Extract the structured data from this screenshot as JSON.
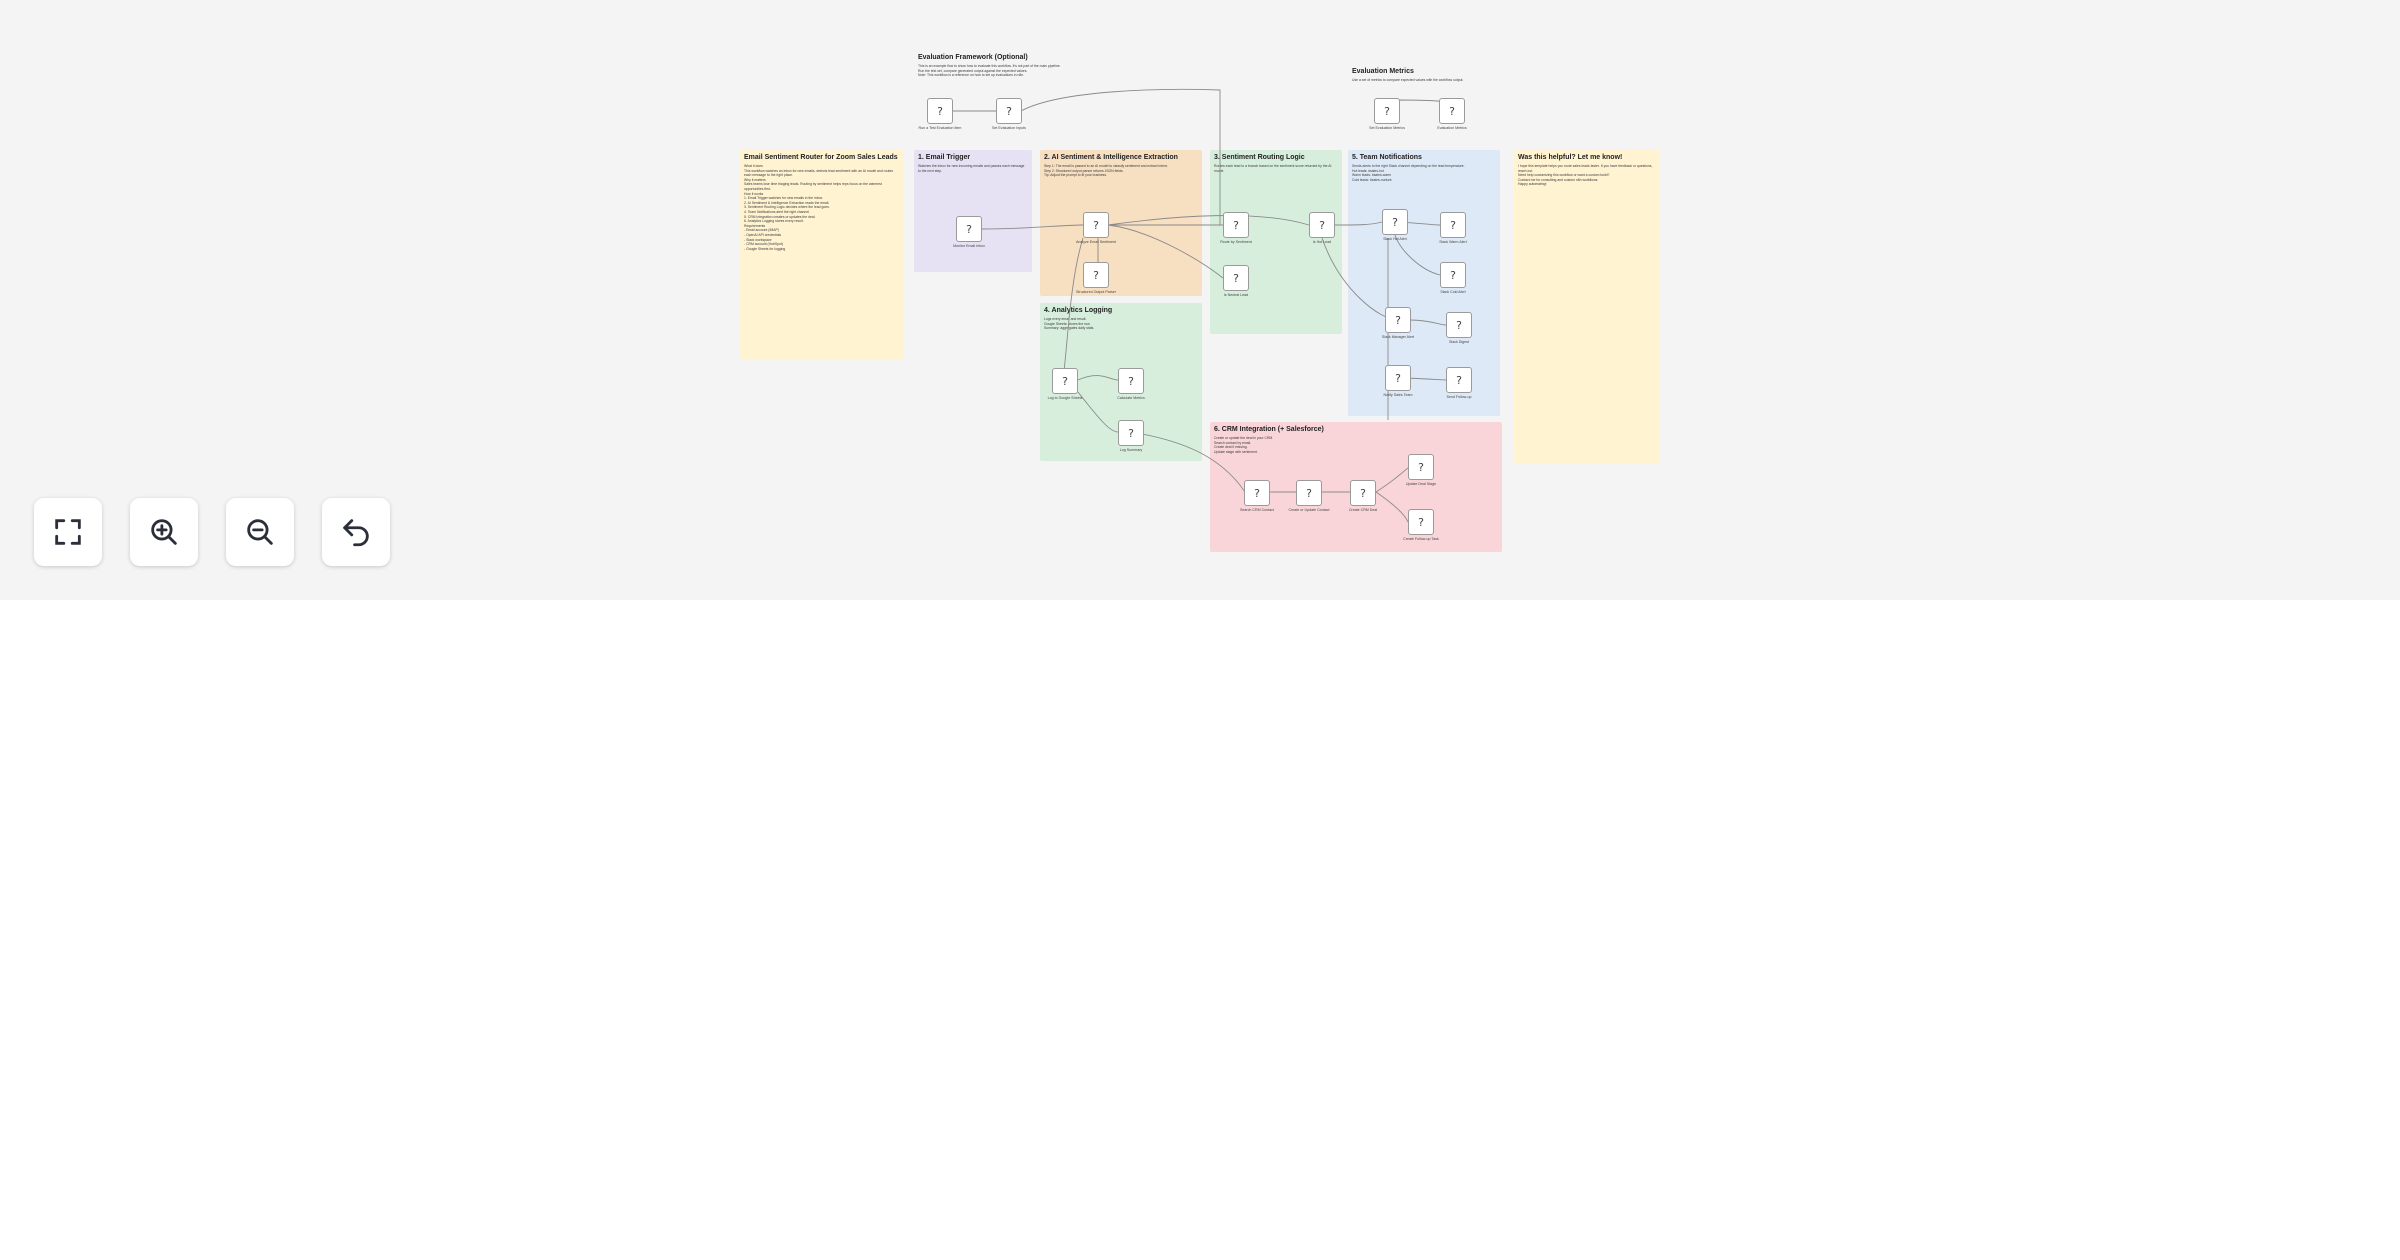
{
  "notes": [
    {
      "id": "eval-framework",
      "title": "Evaluation Framework (Optional)",
      "text": "This is an example flow to show how to evaluate this workflow. It's not part of the main pipeline.\nRun the test set, compare generated output against the expected values.\nNote: This workflow is a reference on how to set up evaluations in n8n.",
      "color": "#f4f4f4"
    },
    {
      "id": "eval-metrics",
      "title": "Evaluation Metrics",
      "text": "Use a set of metrics to compare expected values with the workflow output.",
      "color": "#f4f4f4"
    },
    {
      "id": "intro",
      "title": "Email Sentiment Router for Zoom Sales Leads",
      "text": "What it does\nThis workflow watches an inbox for new emails, detects lead sentiment with an AI model and routes each message to the right place.\nWhy it matters\nSales teams lose time triaging leads. Routing by sentiment helps reps focus on the warmest opportunities first.\nHow it works\n1. Email Trigger watches for new emails in the inbox.\n2. AI Sentiment & Intelligence Extraction reads the email.\n3. Sentiment Routing Logic decides where the lead goes.\n4. Team Notifications alert the right channel.\n5. CRM Integration creates or updates the deal.\n6. Analytics Logging stores every result.\nRequirements\n- Email account (IMAP)\n- OpenAI API credentials\n- Slack workspace\n- CRM account (HubSpot)\n- Google Sheets for logging",
      "color": "#fff3d1"
    },
    {
      "id": "email-trigger",
      "title": "1. Email Trigger",
      "text": "Watches the inbox for new incoming emails and passes each message to the next step.",
      "color": "#e6e1f3"
    },
    {
      "id": "ai-extraction",
      "title": "2. AI Sentiment & Intelligence Extraction",
      "text": "Step 1: The email is passed to an AI model to classify sentiment and extract intent.\nStep 2: Structured output parser returns JSON fields.\nTip: Adjust the prompt to fit your business.",
      "color": "#f7dfc2"
    },
    {
      "id": "routing",
      "title": "3. Sentiment Routing Logic",
      "text": "Routes each lead to a branch based on the sentiment score returned by the AI model.",
      "color": "#d7eedd"
    },
    {
      "id": "notifications",
      "title": "5. Team Notifications",
      "text": "Sends alerts to the right Slack channel depending on the lead temperature.\nHot leads: #sales-hot\nWarm leads: #sales-warm\nCold leads: #sales-nurture",
      "color": "#dde9f6"
    },
    {
      "id": "analytics",
      "title": "4. Analytics Logging",
      "text": "Logs every email and result.\nGoogle Sheets: stores the row.\nSummary: aggregates daily stats.",
      "color": "#d7eedd"
    },
    {
      "id": "crm",
      "title": "6. CRM Integration (+ Salesforce)",
      "text": "Create or update the deal in your CRM.\nSearch contact by email.\nCreate deal if missing.\nUpdate stage with sentiment.",
      "color": "#f9d5d9"
    },
    {
      "id": "helpful",
      "title": "Was this helpful? Let me know!",
      "text": "I hope this template helps you route sales leads faster. If you have feedback or questions, reach out.\nNeed help customizing this workflow or want a custom build?\nContact me for consulting and custom n8n workflows.\nHappy automating!",
      "color": "#fff3d1"
    }
  ],
  "node_labels": [
    "Run a Test Evaluation Item",
    "Set Evaluation Inputs",
    "Set Evaluation Metrics",
    "Evaluation Metrics",
    "Monitor Email Inbox",
    "Analyze Email Sentiment",
    "Structured Output Parser",
    "Route by Sentiment",
    "Is Hot Lead",
    "Is Neutral Lead",
    "Slack Hot Alert",
    "Slack Warm Alert",
    "Slack Cold Alert",
    "Slack Manager Alert",
    "Slack Digest",
    "Notify Sales Team",
    "Send Follow-up",
    "Log to Google Sheets",
    "Calculate Metrics",
    "Log Summary",
    "Search CRM Contact",
    "Create or Update Contact",
    "Create CRM Deal",
    "Update Deal Stage",
    "Create Follow-up Task"
  ],
  "node_glyph": "?",
  "controls": [
    {
      "name": "fit-to-view-icon"
    },
    {
      "name": "zoom-in-icon"
    },
    {
      "name": "zoom-out-icon"
    },
    {
      "name": "undo-icon"
    }
  ]
}
